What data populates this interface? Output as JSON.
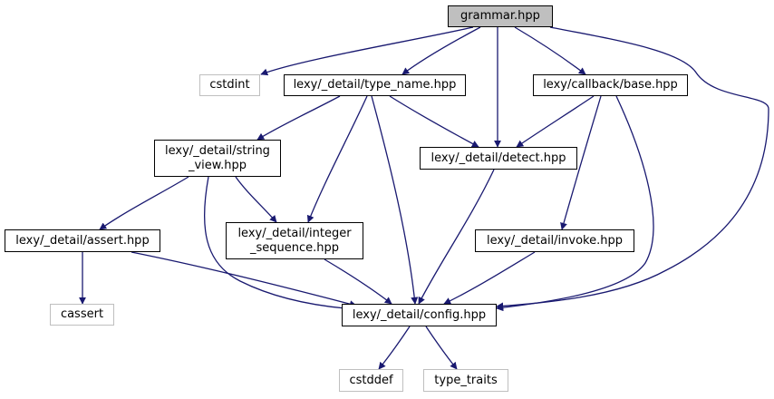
{
  "graph": {
    "nodes": {
      "grammar": {
        "label": "grammar.hpp"
      },
      "cstdint": {
        "label": "cstdint"
      },
      "type_name": {
        "label": "lexy/_detail/type_name.hpp"
      },
      "callback_base": {
        "label": "lexy/callback/base.hpp"
      },
      "string_view": {
        "label_line1": "lexy/_detail/string",
        "label_line2": "_view.hpp"
      },
      "detect": {
        "label": "lexy/_detail/detect.hpp"
      },
      "assert": {
        "label": "lexy/_detail/assert.hpp"
      },
      "integer_sequence": {
        "label_line1": "lexy/_detail/integer",
        "label_line2": "_sequence.hpp"
      },
      "invoke": {
        "label": "lexy/_detail/invoke.hpp"
      },
      "cassert": {
        "label": "cassert"
      },
      "config": {
        "label": "lexy/_detail/config.hpp"
      },
      "cstddef": {
        "label": "cstddef"
      },
      "type_traits": {
        "label": "type_traits"
      }
    },
    "edges": [
      [
        "grammar",
        "cstdint"
      ],
      [
        "grammar",
        "type_name"
      ],
      [
        "grammar",
        "detect"
      ],
      [
        "grammar",
        "callback_base"
      ],
      [
        "grammar",
        "config"
      ],
      [
        "type_name",
        "string_view"
      ],
      [
        "type_name",
        "detect"
      ],
      [
        "type_name",
        "integer_sequence"
      ],
      [
        "type_name",
        "config"
      ],
      [
        "callback_base",
        "detect"
      ],
      [
        "callback_base",
        "invoke"
      ],
      [
        "callback_base",
        "config"
      ],
      [
        "string_view",
        "assert"
      ],
      [
        "string_view",
        "integer_sequence"
      ],
      [
        "string_view",
        "config"
      ],
      [
        "detect",
        "config"
      ],
      [
        "assert",
        "cassert"
      ],
      [
        "assert",
        "config"
      ],
      [
        "integer_sequence",
        "config"
      ],
      [
        "invoke",
        "config"
      ],
      [
        "config",
        "cstddef"
      ],
      [
        "config",
        "type_traits"
      ]
    ],
    "colors": {
      "edge": "#191970",
      "root_fill": "#bfbfbf",
      "node_border": "#000000",
      "system_border": "#bfbfbf"
    }
  }
}
